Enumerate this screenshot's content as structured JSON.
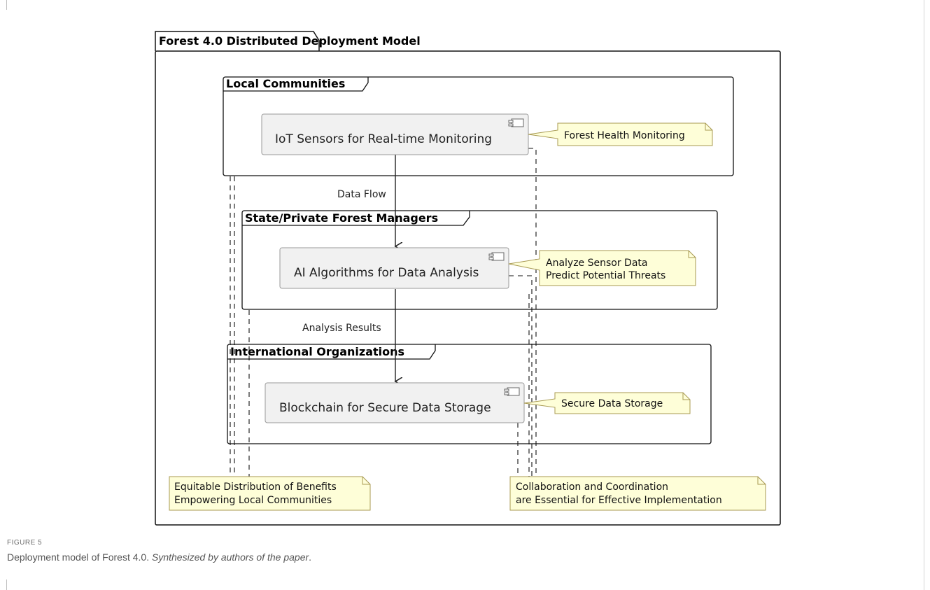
{
  "diagram": {
    "outer_frame": {
      "title": "Forest 4.0 Distributed Deployment Model"
    },
    "groups": [
      {
        "title": "Local Communities"
      },
      {
        "title": "State/Private Forest Managers"
      },
      {
        "title": "International Organizations"
      }
    ],
    "components": [
      {
        "label": "IoT Sensors for Real-time Monitoring",
        "note": [
          "Forest Health Monitoring"
        ]
      },
      {
        "label": "AI Algorithms for Data Analysis",
        "note": [
          "Analyze Sensor Data",
          "Predict Potential Threats"
        ]
      },
      {
        "label": "Blockchain for Secure Data Storage",
        "note": [
          "Secure Data Storage"
        ]
      }
    ],
    "edges": [
      {
        "label": "Data Flow"
      },
      {
        "label": "Analysis Results"
      }
    ],
    "bottom_notes": {
      "left": [
        "Equitable Distribution of Benefits",
        "Empowering Local Communities"
      ],
      "right": [
        "Collaboration and Coordination",
        "are Essential for Effective Implementation"
      ]
    }
  },
  "caption": {
    "figure_number": "FIGURE 5",
    "text": "Deployment model of Forest 4.0. ",
    "source_italic": "Synthesized by authors of the paper",
    "end": "."
  }
}
